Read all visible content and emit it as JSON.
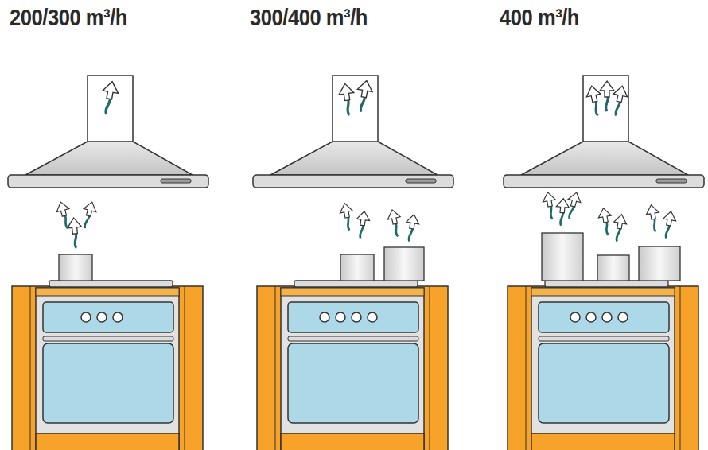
{
  "diagram": {
    "labels": [
      "200/300 m³/h",
      "300/400 m³/h",
      "400 m³/h"
    ]
  }
}
